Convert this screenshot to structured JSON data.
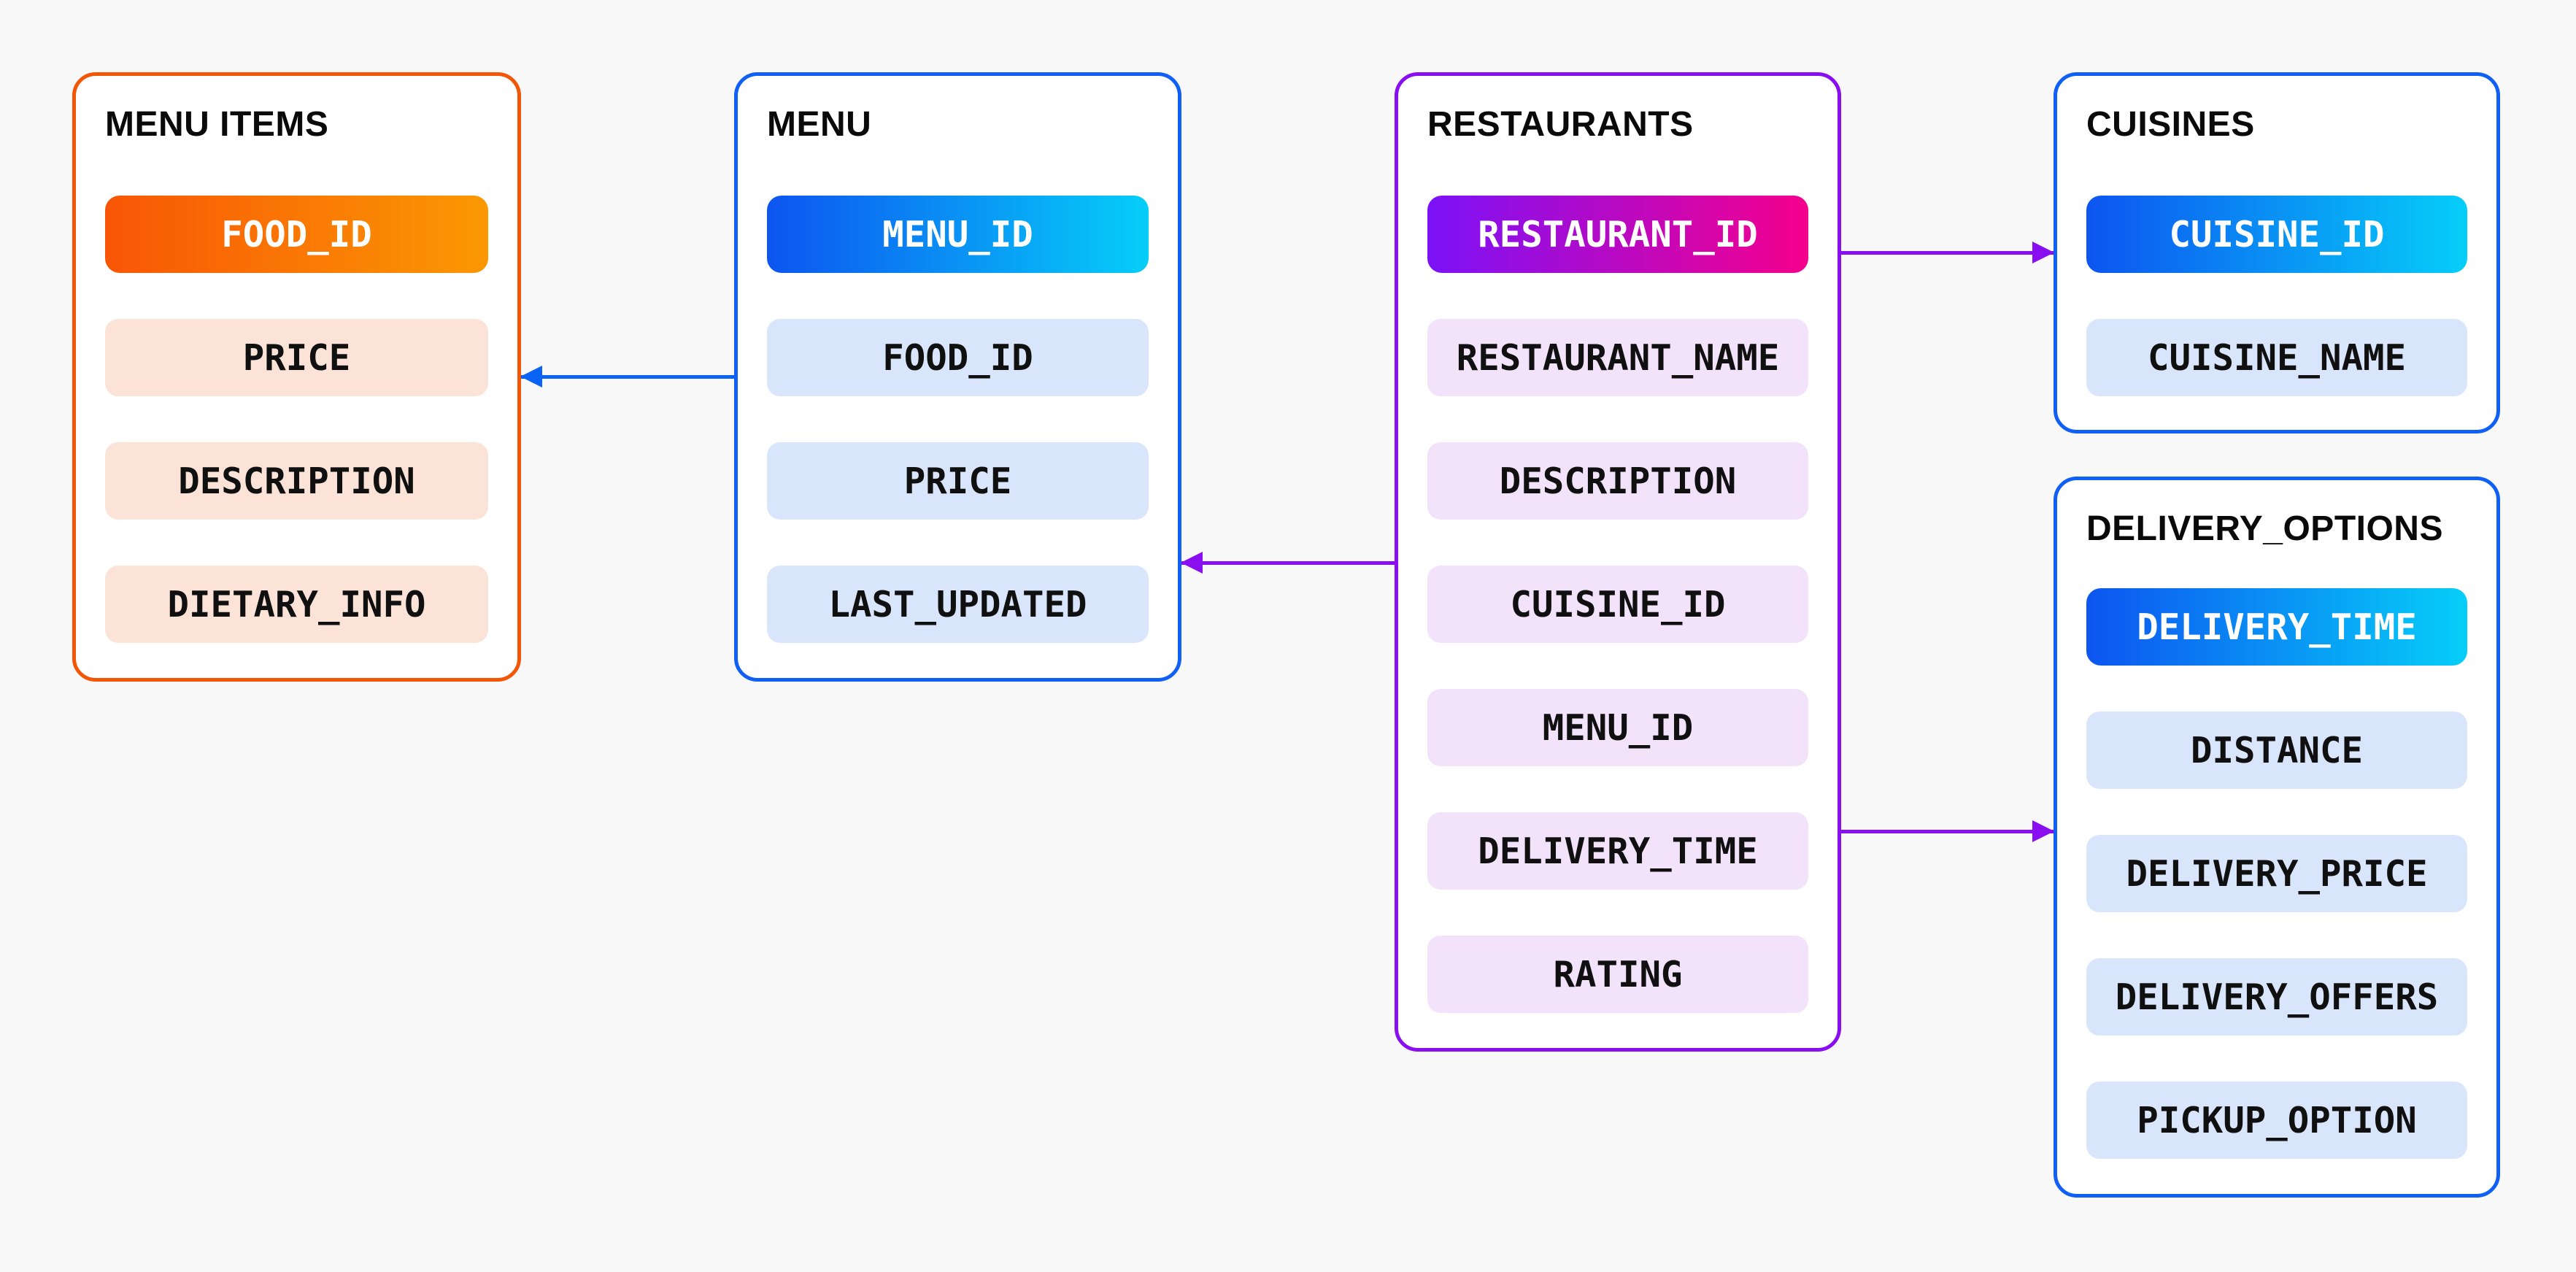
{
  "canvas": {
    "background": "#F8F8F8",
    "card_background": "#FFFFFF"
  },
  "tables": [
    {
      "id": "menu_items",
      "title": "MENU ITEMS",
      "accent": "#F25606",
      "key_gradient": [
        "#F85606",
        "#FB9803"
      ],
      "row_color": "#FCE3D7",
      "fields": [
        {
          "name": "FOOD_ID",
          "key": true
        },
        {
          "name": "PRICE",
          "key": false
        },
        {
          "name": "DESCRIPTION",
          "key": false
        },
        {
          "name": "DIETARY_INFO",
          "key": false
        }
      ]
    },
    {
      "id": "menu",
      "title": "MENU",
      "accent": "#1060F5",
      "key_gradient": [
        "#0D55F0",
        "#06CEF8"
      ],
      "row_color": "#D8E5FA",
      "fields": [
        {
          "name": "MENU_ID",
          "key": true
        },
        {
          "name": "FOOD_ID",
          "key": false
        },
        {
          "name": "PRICE",
          "key": false
        },
        {
          "name": "LAST_UPDATED",
          "key": false
        }
      ]
    },
    {
      "id": "restaurants",
      "title": "RESTAURANTS",
      "accent": "#8A0FF0",
      "key_gradient": [
        "#7B12F8",
        "#F5008C"
      ],
      "row_color": "#F2E3FB",
      "fields": [
        {
          "name": "RESTAURANT_ID",
          "key": true
        },
        {
          "name": "RESTAURANT_NAME",
          "key": false
        },
        {
          "name": "DESCRIPTION",
          "key": false
        },
        {
          "name": "CUISINE_ID",
          "key": false
        },
        {
          "name": "MENU_ID",
          "key": false
        },
        {
          "name": "DELIVERY_TIME",
          "key": false
        },
        {
          "name": "RATING",
          "key": false
        }
      ]
    },
    {
      "id": "cuisines",
      "title": "CUISINES",
      "accent": "#1060F5",
      "key_gradient": [
        "#0D55F0",
        "#06CEF8"
      ],
      "row_color": "#D8E5FA",
      "fields": [
        {
          "name": "CUISINE_ID",
          "key": true
        },
        {
          "name": "CUISINE_NAME",
          "key": false
        }
      ]
    },
    {
      "id": "delivery_options",
      "title": "DELIVERY_OPTIONS",
      "accent": "#1060F5",
      "key_gradient": [
        "#0D55F0",
        "#06CEF8"
      ],
      "row_color": "#D8E5FA",
      "fields": [
        {
          "name": "DELIVERY_TIME",
          "key": true
        },
        {
          "name": "DISTANCE",
          "key": false
        },
        {
          "name": "DELIVERY_PRICE",
          "key": false
        },
        {
          "name": "DELIVERY_OFFERS",
          "key": false
        },
        {
          "name": "PICKUP_OPTION",
          "key": false
        }
      ]
    }
  ],
  "relations": [
    {
      "from": "MENU",
      "to": "MENU ITEMS",
      "color": "#0B63F5",
      "arrowhead": "left"
    },
    {
      "from": "RESTAURANTS",
      "to": "MENU",
      "color": "#8A0FF0",
      "arrowhead": "left"
    },
    {
      "from": "RESTAURANTS",
      "to": "CUISINES",
      "color": "#8A0FF0",
      "arrowhead": "right"
    },
    {
      "from": "RESTAURANTS",
      "to": "DELIVERY_OPTIONS",
      "color": "#8A0FF0",
      "arrowhead": "right"
    }
  ]
}
